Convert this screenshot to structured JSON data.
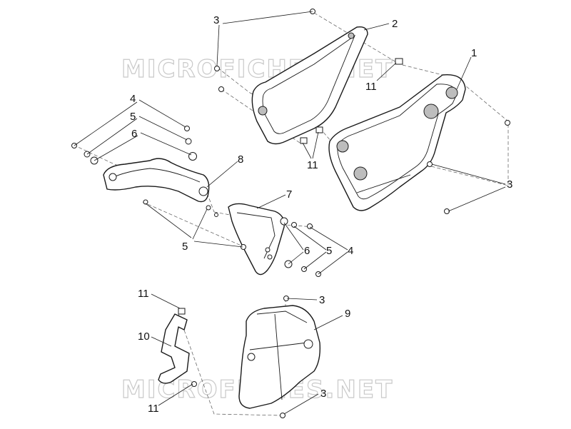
{
  "watermarks": [
    "MICROFICHES.NET",
    "MICROFICHES.NET"
  ],
  "callouts": {
    "c1": "1",
    "c2": "2",
    "c3a": "3",
    "c3b": "3",
    "c3c": "3",
    "c3d": "3",
    "c4a": "4",
    "c4b": "4",
    "c5a": "5",
    "c5b": "5",
    "c5c": "5",
    "c6a": "6",
    "c6b": "6",
    "c7": "7",
    "c8": "8",
    "c9": "9",
    "c10": "10",
    "c11a": "11",
    "c11b": "11",
    "c11c": "11",
    "c11d": "11"
  }
}
